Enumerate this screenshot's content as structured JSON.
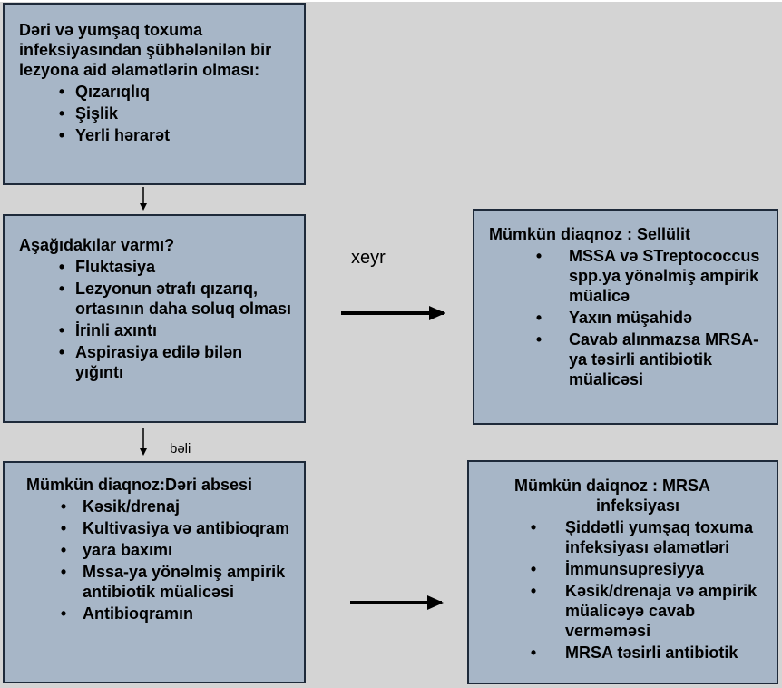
{
  "boxes": {
    "signs": {
      "title": "Dəri və yumşaq toxuma infeksiyasından şübhələnilən bir lezyona aid əlamətlərin olması:",
      "items": [
        "Qızarıqlıq",
        "Şişlik",
        "Yerli hərarət"
      ]
    },
    "question": {
      "title": "Aşağıdakılar varmı?",
      "items": [
        "Fluktasiya",
        "Lezyonun ətrafı qızarıq, ortasının daha soluq olması",
        "İrinli axıntı",
        "Aspirasiya edilə bilən yığıntı"
      ]
    },
    "abscess": {
      "title": "Mümkün diaqnoz:Dəri  absesi",
      "items": [
        "Kəsik/drenaj",
        "Kultivasiya və antibioqram",
        "yara baxımı",
        "Mssa-ya yönəlmiş ampirik antibiotik müalicəsi",
        "Antibioqramın"
      ]
    },
    "cellulitis": {
      "title": "Mümkün diaqnoz : Sellülit",
      "items": [
        "MSSA və STreptococcus spp.ya yönəlmiş ampirik müalicə",
        "Yaxın müşahidə",
        "Cavab alınmazsa MRSA-ya təsirli antibiotik müalicəsi"
      ]
    },
    "mrsa": {
      "title_line1": "Mümkün daiqnoz :  MRSA",
      "title_line2": "infeksiyası",
      "items": [
        "Şiddətli yumşaq toxuma infeksiyası əlamətləri",
        "İmmunsupresiyya",
        "Kəsik/drenaja və ampirik müalicəyə cavab verməməsi",
        "MRSA təsirli antibiotik"
      ]
    }
  },
  "labels": {
    "no": "xeyr",
    "yes": "bəli"
  },
  "bullet": "•",
  "colors": {
    "box_fill": "#a7b6c7",
    "box_border": "#1e2a3a",
    "background": "#d4d4d4"
  }
}
